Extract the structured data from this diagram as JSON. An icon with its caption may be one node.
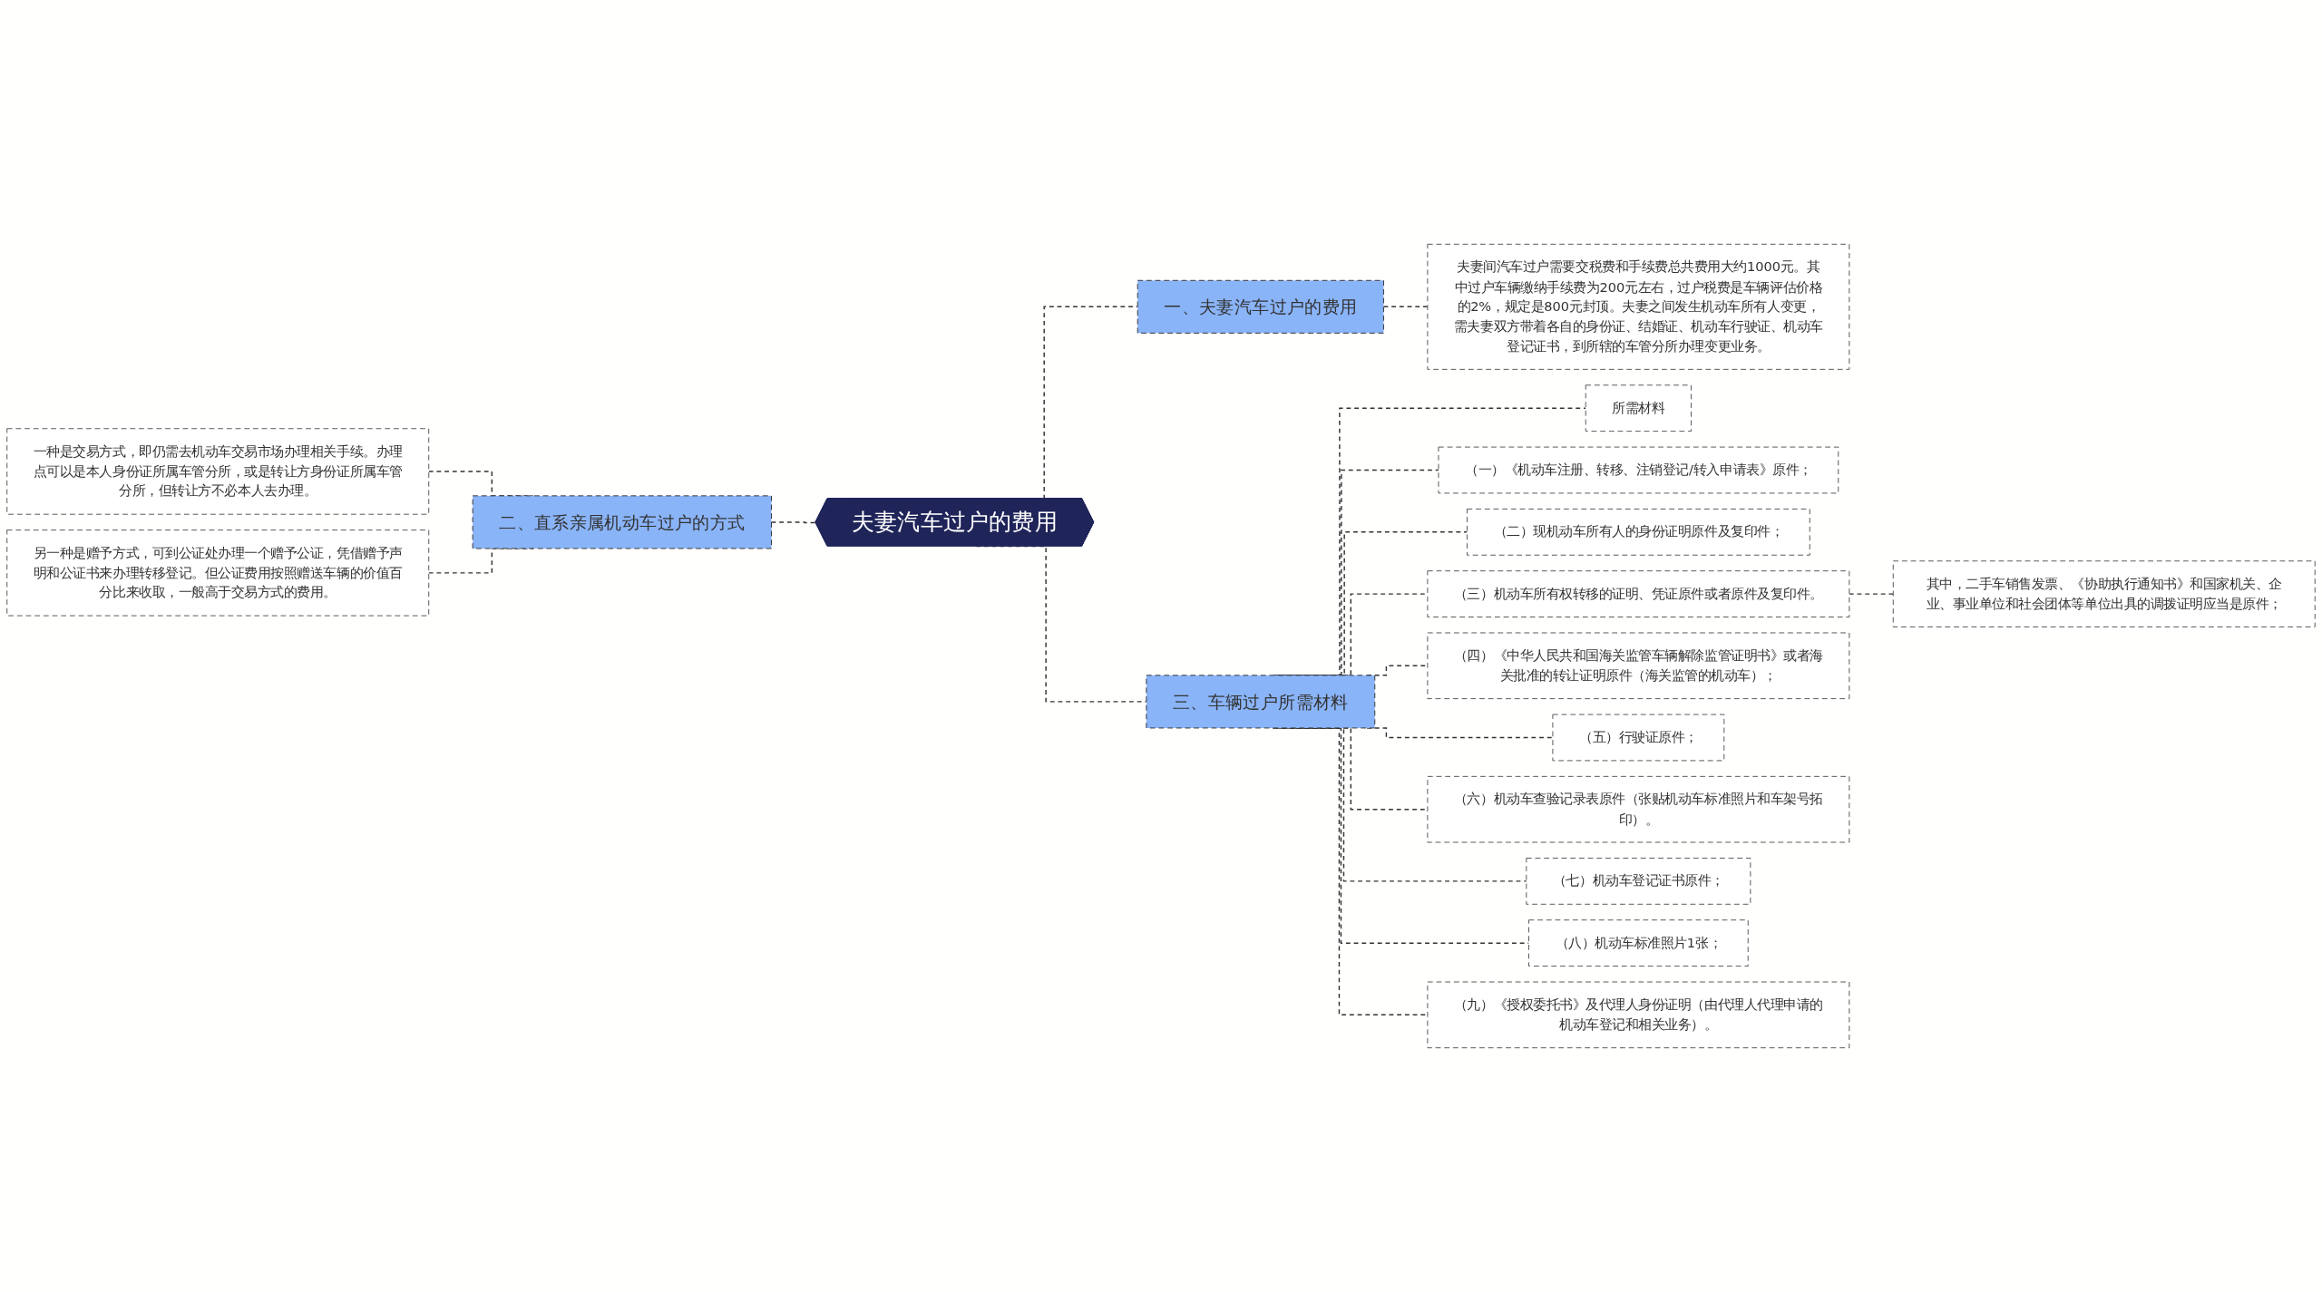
{
  "diagram": {
    "nodes": [
      {
        "text": [
          "夫妻汽车过户的费用"
        ]
      },
      {
        "text": [
          "一、夫妻汽车过户的费用"
        ]
      },
      {
        "text": [
          "夫妻间汽车过户需要交税费和手续费总共费用大约1000元。其中过户车辆缴纳手续费为200元左右，过户税费是车辆评估价格的2%，规定是800元封顶。夫妻之间发生机动车所有人变更，需夫妻双方带着各自的身份证、结婚证、机动车行驶证、机动车登记证书，到所辖的车管分所办理变更业务。"
        ]
      },
      {
        "text": [
          "二、直系亲属机动车过户的方式"
        ]
      },
      {
        "text": [
          "一种是交易方式，即仍需去机动车交易市场办理相关手续。办理点可以是本人身份证所属车管分所，或是转让方身份证所属车管分所，但转让方不必本人去办理。"
        ]
      },
      {
        "text": [
          "另一种是赠予方式，可到公证处办理一个赠予公证，凭借赠予声明和公证书来办理转移登记。但公证费用按照赠送车辆的价值百分比来收取，一般高于交易方式的费用。"
        ]
      },
      {
        "text": [
          "三、车辆过户所需材料"
        ]
      },
      {
        "text": [
          "所需材料"
        ]
      },
      {
        "text": [
          "（一）《机动车注册、转移、注销登记/转入申请表》原件；"
        ]
      },
      {
        "text": [
          "（二）现机动车所有人的身份证明原件及复印件；"
        ]
      },
      {
        "text": [
          "（三）机动车所有权转移的证明、凭证原件或者原件及复印件。"
        ]
      },
      {
        "text": [
          "其中，二手车销售发票、《协助执行通知书》和国家机关、企业、事业单位和社会团体等单位出具的调拨证明应当是原件；"
        ]
      },
      {
        "text": [
          "（四）《中华人民共和国海关监管车辆解除监管证明书》或者海关批准的转让证明原件（海关监管的机动车）；"
        ]
      },
      {
        "text": [
          "（五）行驶证原件；"
        ]
      },
      {
        "text": [
          "（六）机动车查验记录表原件（张贴机动车标准照片和车架号拓印）。"
        ]
      },
      {
        "text": [
          "（七）机动车登记证书原件；"
        ]
      },
      {
        "text": [
          "（八）机动车标准照片1张；"
        ]
      },
      {
        "text": [
          "（九）《授权委托书》及代理人身份证明（由代理人代理申请的机动车登记和相关业务）。"
        ]
      }
    ],
    "edges": [
      {
        "from": 0,
        "to": 1,
        "arrow": "none",
        "style": "dashed"
      },
      {
        "from": 1,
        "to": 2,
        "arrow": "none",
        "style": "dashed"
      },
      {
        "from": 0,
        "to": 3,
        "arrow": "none",
        "style": "dashed"
      },
      {
        "from": 3,
        "to": 4,
        "arrow": "none",
        "style": "dashed"
      },
      {
        "from": 3,
        "to": 5,
        "arrow": "none",
        "style": "dashed"
      },
      {
        "from": 0,
        "to": 6,
        "arrow": "none",
        "style": "dashed"
      },
      {
        "from": 6,
        "to": 7,
        "arrow": "none",
        "style": "dashed"
      },
      {
        "from": 6,
        "to": 8,
        "arrow": "none",
        "style": "dashed"
      },
      {
        "from": 6,
        "to": 9,
        "arrow": "none",
        "style": "dashed"
      },
      {
        "from": 6,
        "to": 10,
        "arrow": "none",
        "style": "dashed"
      },
      {
        "from": 10,
        "to": 11,
        "arrow": "none",
        "style": "dashed"
      },
      {
        "from": 6,
        "to": 12,
        "arrow": "none",
        "style": "dashed"
      },
      {
        "from": 6,
        "to": 13,
        "arrow": "none",
        "style": "dashed"
      },
      {
        "from": 6,
        "to": 14,
        "arrow": "none",
        "style": "dashed"
      },
      {
        "from": 6,
        "to": 15,
        "arrow": "none",
        "style": "dashed"
      },
      {
        "from": 6,
        "to": 16,
        "arrow": "none",
        "style": "dashed"
      },
      {
        "from": 6,
        "to": 17,
        "arrow": "none",
        "style": "dashed"
      }
    ]
  }
}
